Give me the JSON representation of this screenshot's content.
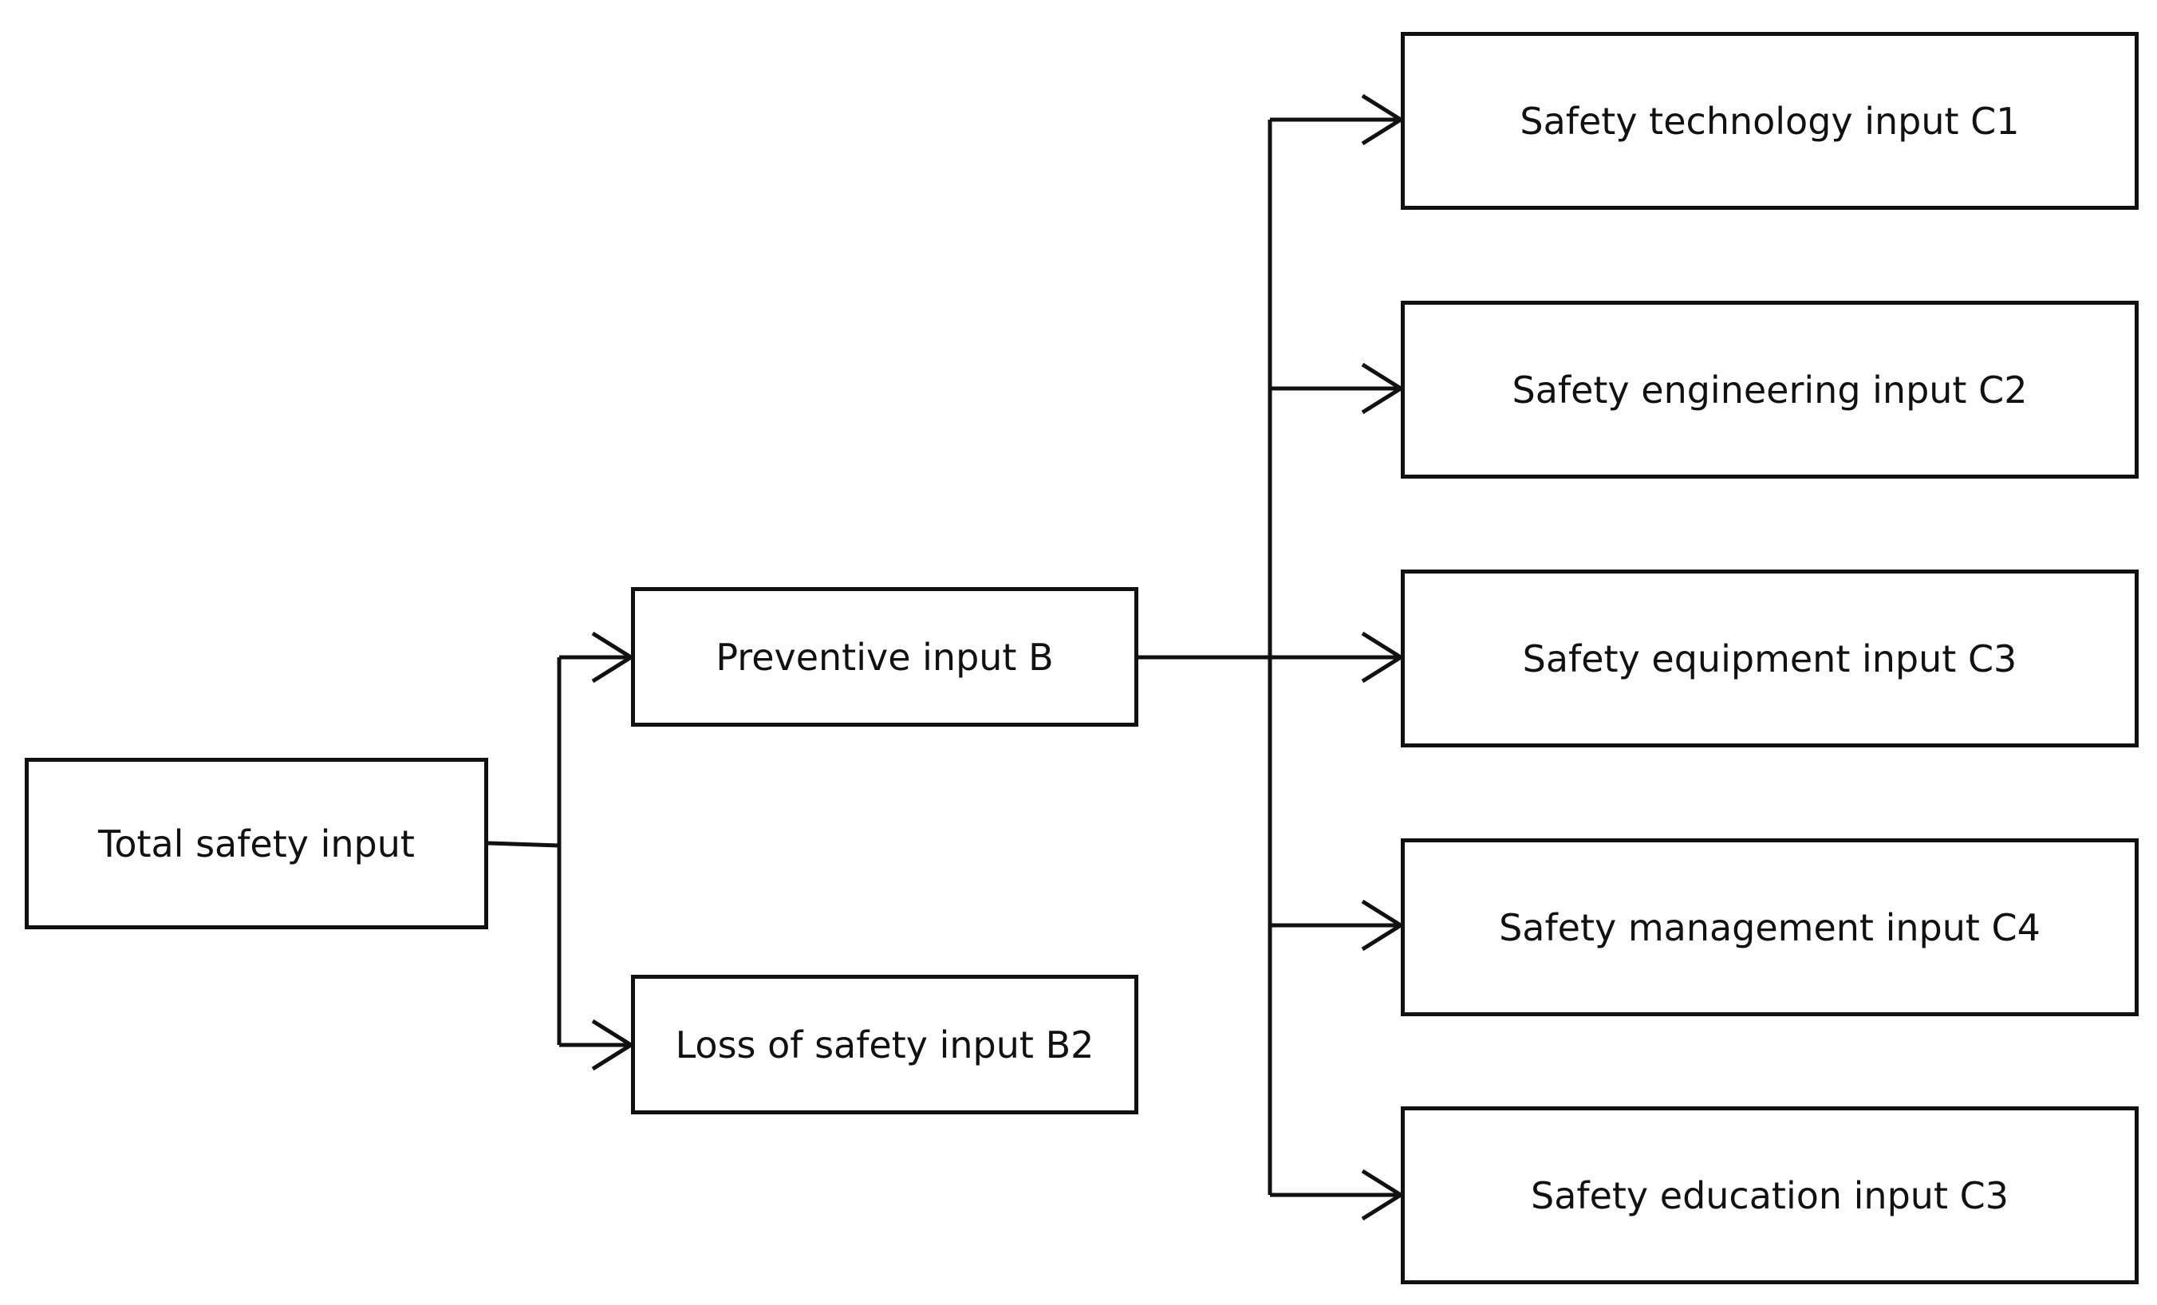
{
  "diagram": {
    "root": {
      "label": "Total safety input"
    },
    "level2": [
      {
        "label": "Preventive input B"
      },
      {
        "label": "Loss of safety input B2"
      }
    ],
    "level3": [
      {
        "label": "Safety technology input C1"
      },
      {
        "label": "Safety engineering input C2"
      },
      {
        "label": "Safety equipment input C3"
      },
      {
        "label": "Safety management input C4"
      },
      {
        "label": "Safety education input C3"
      }
    ],
    "colors": {
      "stroke": "#111111",
      "background": "#ffffff"
    }
  }
}
